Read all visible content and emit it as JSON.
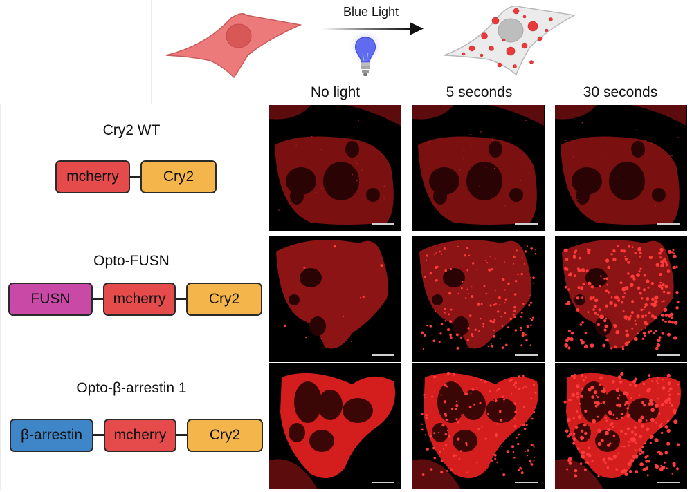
{
  "illustration": {
    "arrow_label": "Blue Light",
    "bulb_icon": "light-bulb-icon",
    "cell_before_color": "#ec7a7a",
    "cell_after_color": "#ebebeb",
    "condensate_color": "#e83a3a"
  },
  "conditions": [
    "No light",
    "5 seconds",
    "30 seconds"
  ],
  "constructs": [
    {
      "title": "Cry2 WT",
      "domains": [
        {
          "label": "mcherry",
          "color": "#e64b4b"
        },
        {
          "label": "Cry2",
          "color": "#f4b64a"
        }
      ]
    },
    {
      "title": "Opto-FUSN",
      "domains": [
        {
          "label": "FUSN",
          "color": "#c84aa6"
        },
        {
          "label": "mcherry",
          "color": "#e64b4b"
        },
        {
          "label": "Cry2",
          "color": "#f4b64a"
        }
      ]
    },
    {
      "title": "Opto-β-arrestin 1",
      "domains": [
        {
          "label": "β-arrestin",
          "color": "#3f86c8"
        },
        {
          "label": "mcherry",
          "color": "#e64b4b"
        },
        {
          "label": "Cry2",
          "color": "#f4b64a"
        }
      ]
    }
  ]
}
